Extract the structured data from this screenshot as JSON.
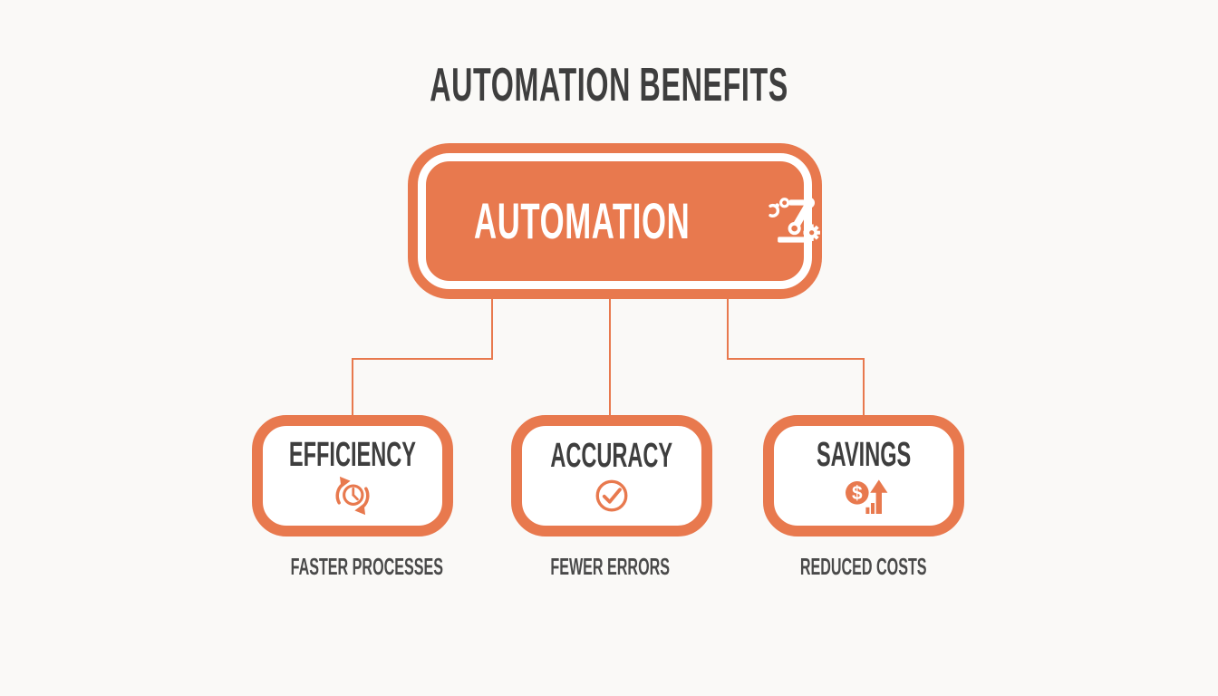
{
  "page": {
    "title": "AUTOMATION BENEFITS",
    "background": "#faf9f7"
  },
  "colors": {
    "accent_orange": "#e8794e",
    "dark_text": "#3e3e3e",
    "caption_text": "#4a4a4a",
    "card_fill": "#ffffff",
    "icon_white": "#ffffff"
  },
  "root_node": {
    "label": "AUTOMATION",
    "icon": "robot-arm-icon"
  },
  "benefits": [
    {
      "label": "EFFICIENCY",
      "caption": "FASTER PROCESSES",
      "icon": "clock-refresh-icon"
    },
    {
      "label": "ACCURACY",
      "caption": "FEWER ERRORS",
      "icon": "check-circle-icon"
    },
    {
      "label": "SAVINGS",
      "caption": "REDUCED COSTS",
      "icon": "money-growth-icon"
    }
  ]
}
